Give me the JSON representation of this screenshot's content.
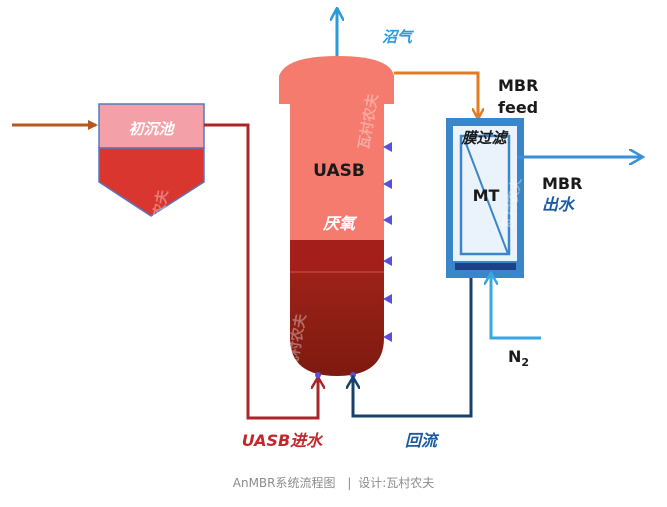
{
  "labels": {
    "primary_clarifier": "初沉池",
    "biogas": "沼气",
    "mbr_feed_line1": "MBR",
    "mbr_feed_line2": "feed",
    "membrane_filtration": "膜过滤",
    "uasb": "UASB",
    "anaerobic": "厌氧",
    "mt": "MT",
    "mbr_out_line1": "MBR",
    "mbr_out_line2": "出水",
    "n2": "N",
    "n2_sub": "2",
    "uasb_inlet": "UASB进水",
    "recycle": "回流"
  },
  "watermarks": [
    "瓦村农夫",
    "瓦村农夫",
    "瓦村农夫",
    "瓦村农夫"
  ],
  "caption": {
    "title": "AnMBR系统流程图",
    "separator": "|",
    "credit": "设计:瓦村农夫"
  },
  "colors": {
    "influent_arrow": "#b5581f",
    "clarifier_light": "#f3a0a8",
    "clarifier_dark": "#d9362f",
    "uasb_light": "#f47b6e",
    "uasb_mid": "#a51f1a",
    "uasb_dark": "#8e1e14",
    "inlet_pipe": "#a9262a",
    "biogas": "#2a9ad8",
    "mbr_feed_pipe": "#e37b1f",
    "mbr_frame": "#3a86c8",
    "mbr_fill": "#eaf3fb",
    "membrane": "#1e3f8a",
    "recycle_pipe": "#17406b",
    "effluent_arrow": "#3a8fd8",
    "n2_pipe": "#3aa6e0",
    "label_blue": "#1a5a9f",
    "label_red": "#c2292b",
    "label_dark": "#1a1a1a"
  }
}
